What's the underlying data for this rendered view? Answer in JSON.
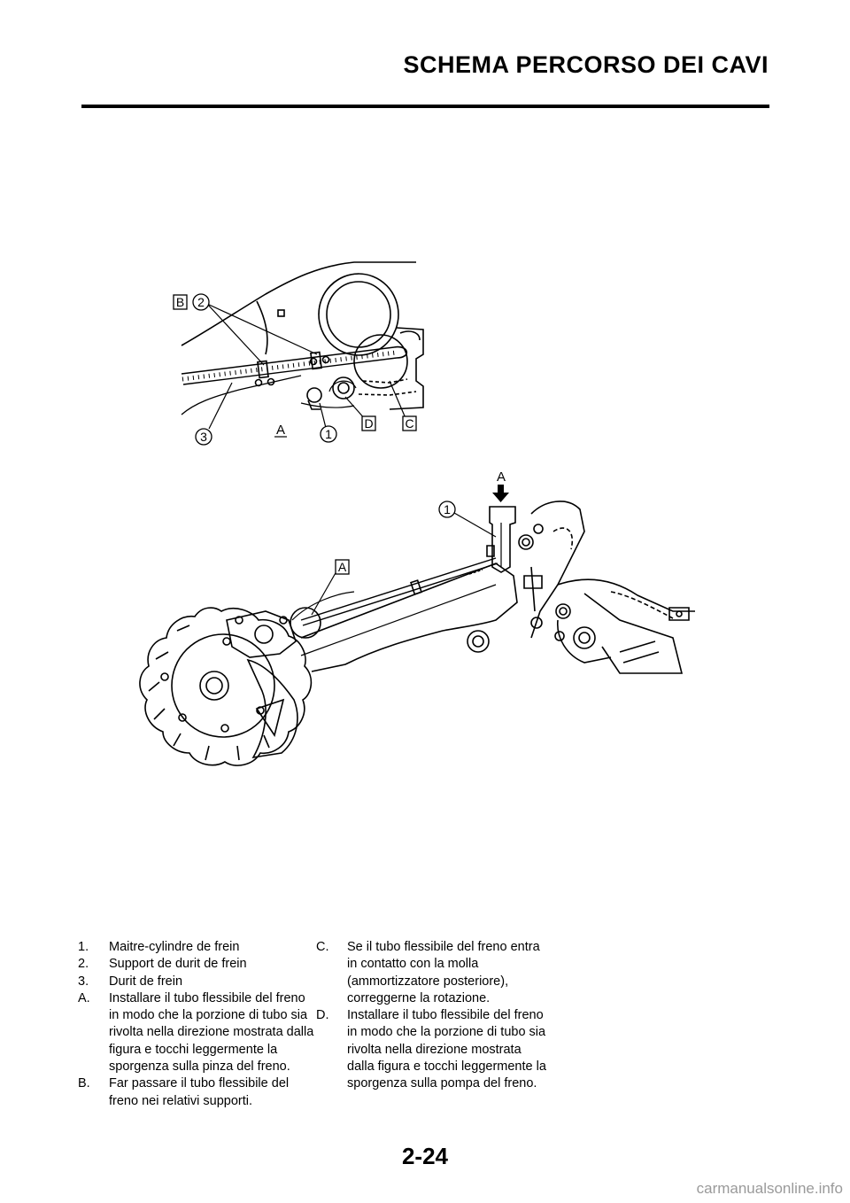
{
  "header": {
    "title": "SCHEMA PERCORSO DEI CAVI"
  },
  "figure_top": {
    "labels": {
      "b": "B",
      "two": "2",
      "three": "3",
      "a": "A",
      "one": "1",
      "d": "D",
      "c": "C"
    }
  },
  "figure_bottom": {
    "labels": {
      "a_arrow": "A",
      "one": "1",
      "a_box": "A"
    }
  },
  "legend": {
    "left": [
      {
        "key": "1.",
        "text": "Maitre-cylindre de frein"
      },
      {
        "key": "2.",
        "text": "Support de durit de frein"
      },
      {
        "key": "3.",
        "text": "Durit de frein"
      },
      {
        "key": "A.",
        "text": "Installare il tubo flessibile del freno in modo che la porzione di tubo sia rivolta nella direzione mostrata dalla figura e tocchi leggermente la sporgenza sulla pinza del freno."
      },
      {
        "key": "B.",
        "text": "Far passare il tubo flessibile del freno nei relativi supporti."
      }
    ],
    "right": [
      {
        "key": "C.",
        "text": "Se il tubo flessibile del freno entra in contatto con la molla (ammortizzatore posteriore), correggerne la rotazione."
      },
      {
        "key": "D.",
        "text": "Installare il tubo flessibile del freno in modo che la porzione di tubo sia rivolta nella direzione mostrata dalla figura e tocchi leggermente la sporgenza sulla pompa del freno."
      }
    ]
  },
  "page_number": "2-24",
  "watermark": "carmanualsonline.info"
}
